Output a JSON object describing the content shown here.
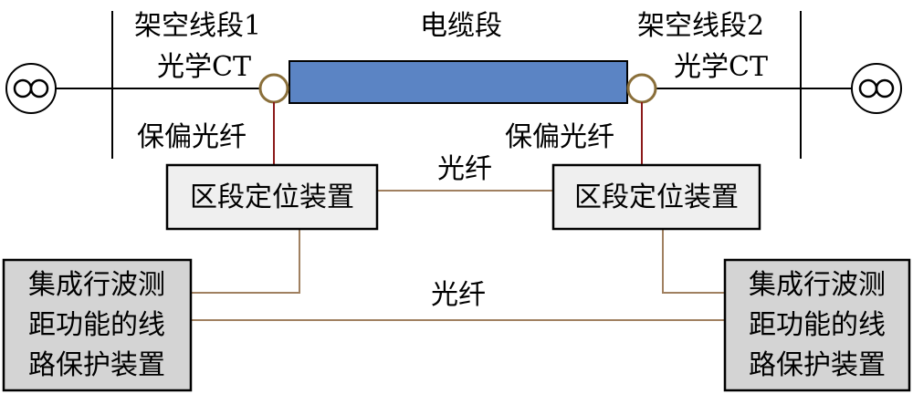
{
  "labels": {
    "overhead_segment_1": "架空线段1",
    "optical_ct_left": "光学CT",
    "cable_segment": "电缆段",
    "overhead_segment_2": "架空线段2",
    "optical_ct_right": "光学CT",
    "pm_fiber_left": "保偏光纤",
    "pm_fiber_right": "保偏光纤",
    "fiber_top": "光纤",
    "fiber_bottom": "光纤"
  },
  "boxes": {
    "locator_left": "区段定位装置",
    "locator_right": "区段定位装置",
    "protection_left": [
      "集成行波测",
      "距功能的线",
      "路保护装置"
    ],
    "protection_right": [
      "集成行波测",
      "距功能的线",
      "路保护装置"
    ]
  },
  "colors": {
    "cable_fill": "#5b84c4",
    "pm_fiber_line": "#8b1a1a",
    "fiber_line": "#a08060",
    "box_fill": "#efefef",
    "protection_fill": "#d4d4d4",
    "ct_ring": "#8a6f3a"
  }
}
